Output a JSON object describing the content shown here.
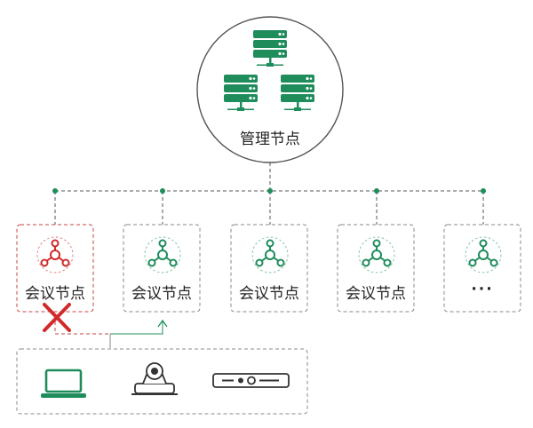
{
  "management": {
    "label": "管理节点"
  },
  "nodes": [
    {
      "label": "会议节点",
      "state": "failed"
    },
    {
      "label": "会议节点",
      "state": "normal"
    },
    {
      "label": "会议节点",
      "state": "normal"
    },
    {
      "label": "会议节点",
      "state": "normal"
    },
    {
      "label": "···",
      "state": "normal"
    }
  ],
  "devices": [
    {
      "icon": "laptop-icon"
    },
    {
      "icon": "ptz-camera-icon"
    },
    {
      "icon": "video-bar-icon"
    }
  ],
  "colors": {
    "green": "#1f8c5c",
    "green_dark": "#14774b",
    "red": "#d02a2a",
    "line": "#555555",
    "box_border": "#888888",
    "failed_border": "#c44444"
  }
}
